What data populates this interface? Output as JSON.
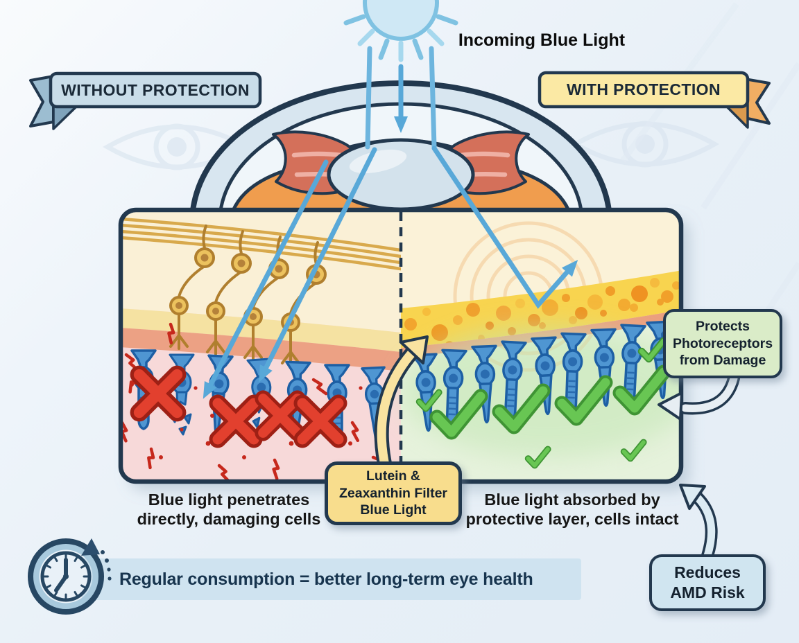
{
  "header": {
    "incoming_light_label": "Incoming Blue Light"
  },
  "banners": {
    "without_protection": "WITHOUT PROTECTION",
    "with_protection": "WITH PROTECTION"
  },
  "panel": {
    "left_caption_line1": "Blue light penetrates",
    "left_caption_line2": "directly, damaging cells",
    "right_caption_line1": "Blue light absorbed by",
    "right_caption_line2": "protective layer, cells intact"
  },
  "callouts": {
    "lutein": {
      "line1": "Lutein &",
      "line2": "Zeaxanthin Filter",
      "line3": "Blue Light"
    },
    "protects": {
      "line1": "Protects",
      "line2": "Photoreceptors",
      "line3": "from Damage"
    },
    "amd": {
      "line1": "Reduces",
      "line2": "AMD Risk"
    }
  },
  "footer": {
    "message": "Regular consumption = better long-term eye health"
  },
  "icons": {
    "sun": "sun-icon",
    "clock": "clock-icon",
    "x_mark": "x-mark-icon",
    "checkmark": "checkmark-icon"
  },
  "colors": {
    "blue_light": "#58a8d8",
    "navy_outline": "#22384e",
    "damage_red": "#e2402e",
    "healthy_green": "#68c653",
    "pigment_yellow": "#f8d44f",
    "banner_blue": "#c9dde9",
    "banner_yellow": "#fbe9a4",
    "footer_band": "#cfe3f0"
  }
}
